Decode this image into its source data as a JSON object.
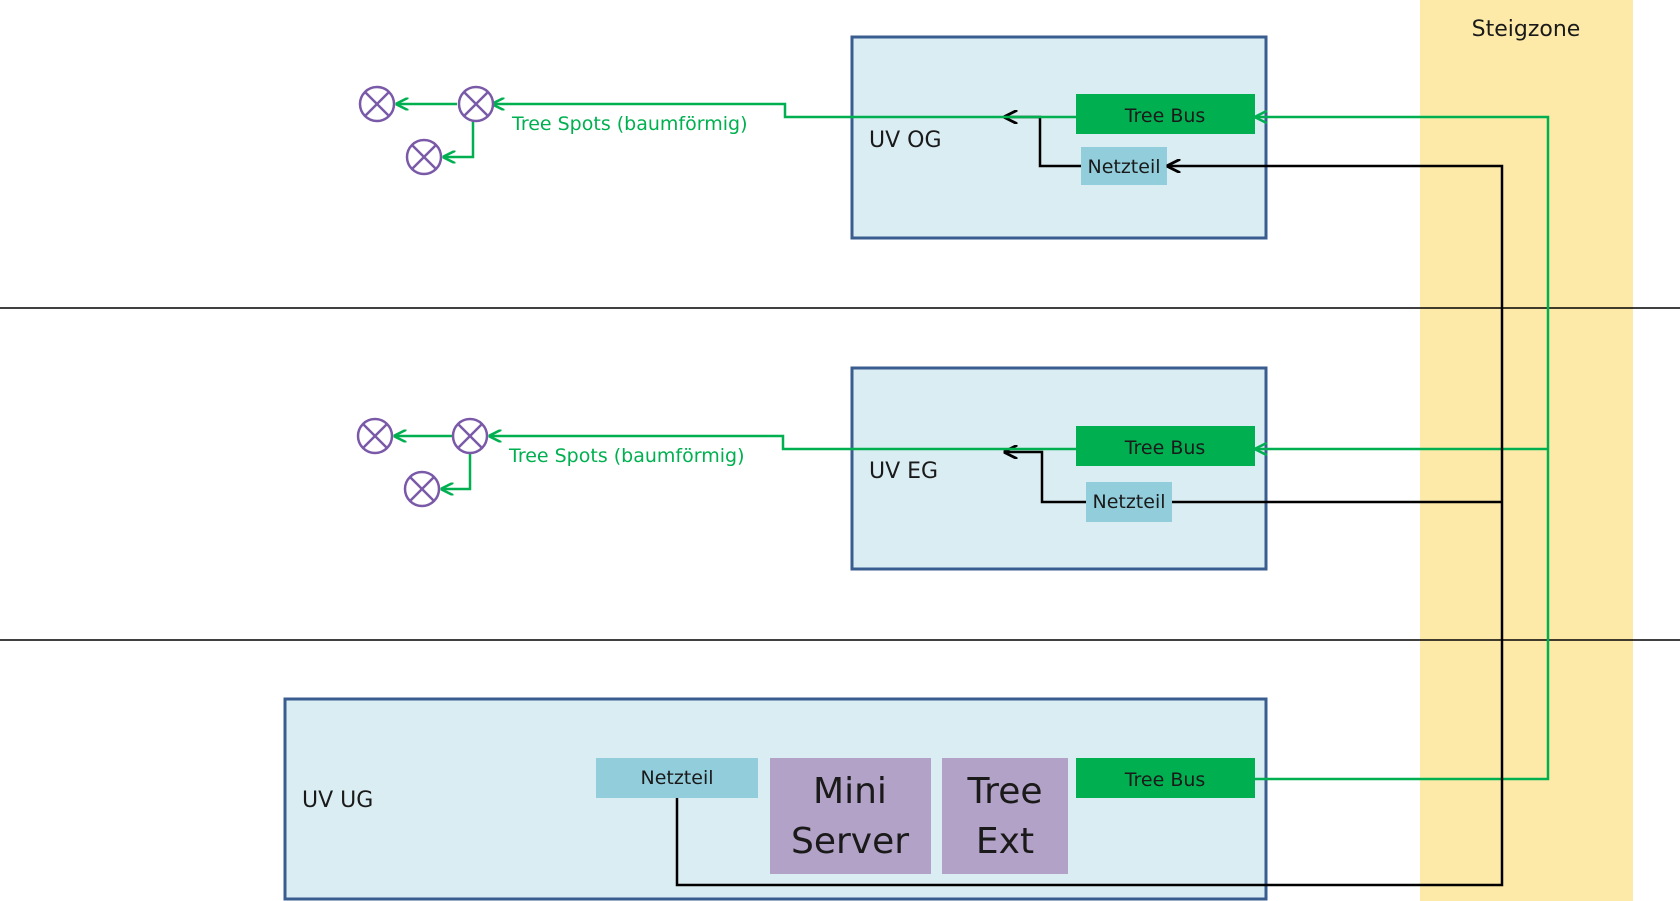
{
  "zone": {
    "label": "Steigzone",
    "fill": "#fdeaa8"
  },
  "colors": {
    "panel_fill": "#daedf3",
    "panel_border": "#3a5d8f",
    "bus_green": "#00b050",
    "bus_text": "#1a1a1a",
    "psu_fill": "#92cddc",
    "module_fill": "#b3a2c7",
    "lamp_stroke": "#7a5aa8",
    "wire_black": "#000000",
    "floor_line": "#000000"
  },
  "floors": {
    "og": {
      "panel": "UV OG",
      "bus": "Tree Bus",
      "psu": "Netzteil",
      "spots": "Tree Spots (baumförmig)"
    },
    "eg": {
      "panel": "UV EG",
      "bus": "Tree Bus",
      "psu": "Netzteil",
      "spots": "Tree Spots (baumförmig)"
    },
    "ug": {
      "panel": "UV UG",
      "bus": "Tree Bus",
      "psu": "Netzteil",
      "miniserver": [
        "Mini",
        "Server"
      ],
      "treeext": [
        "Tree",
        "Ext"
      ]
    }
  },
  "icons": {
    "lamp": "lamp-cross-icon"
  }
}
